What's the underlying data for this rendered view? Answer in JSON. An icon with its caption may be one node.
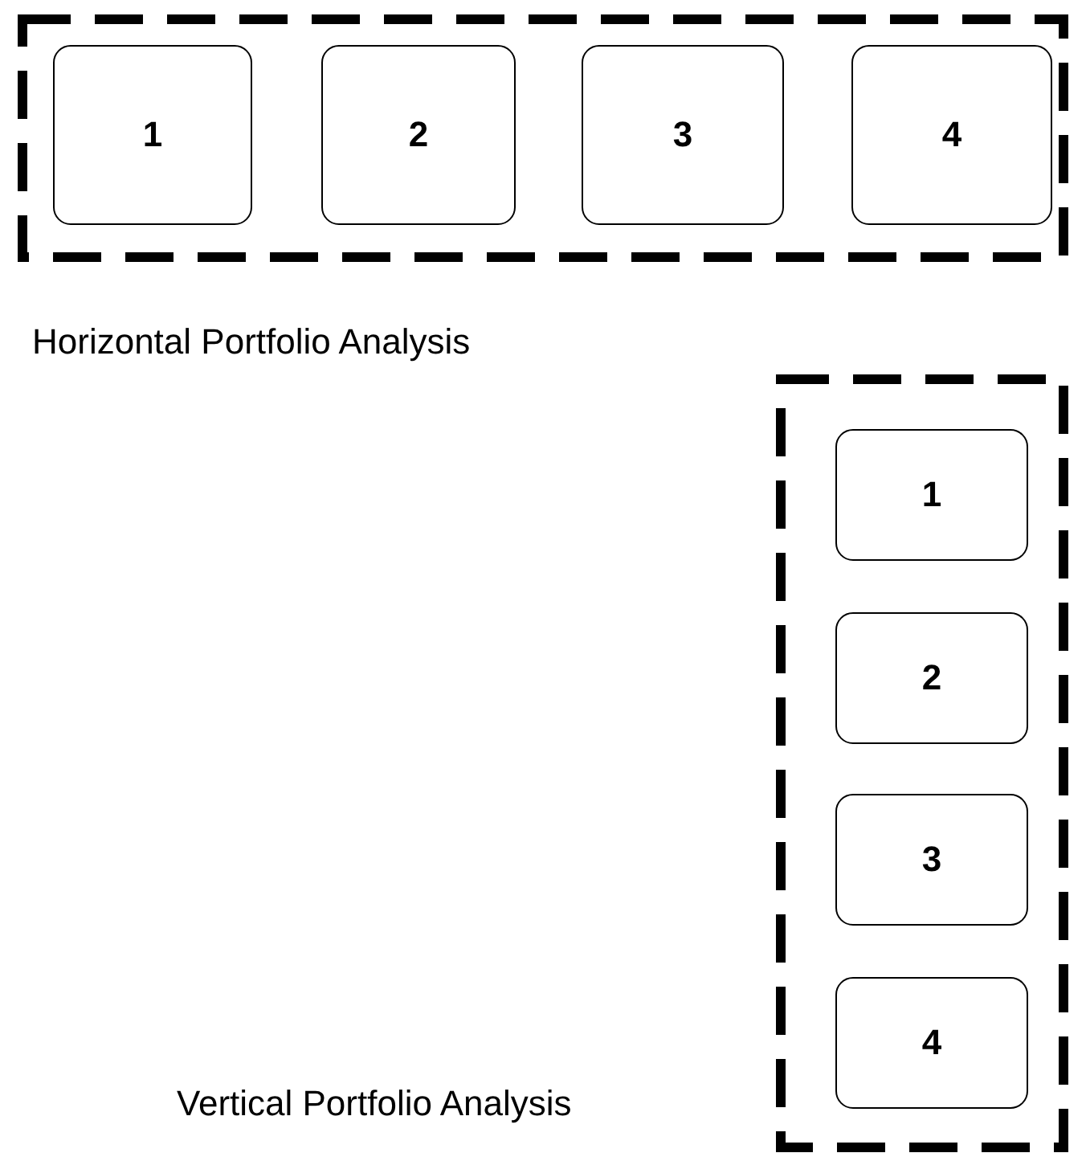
{
  "diagram": {
    "nodes": [
      {
        "text": [
          "Horizontal Portfolio Analysis"
        ]
      },
      {
        "text": [
          "1"
        ],
        "in": 0
      },
      {
        "text": [
          "2"
        ],
        "in": 0
      },
      {
        "text": [
          "3"
        ],
        "in": 0
      },
      {
        "text": [
          "4"
        ],
        "in": 0
      },
      {
        "text": [],
        "shape": "box"
      },
      {
        "text": [
          "1"
        ],
        "in": 5
      },
      {
        "text": [
          "2"
        ],
        "in": 5
      },
      {
        "text": [
          "3"
        ],
        "in": 5
      },
      {
        "text": [
          "4"
        ],
        "in": 5
      }
    ],
    "labels": [
      "Vertical Portfolio Analysis"
    ]
  }
}
